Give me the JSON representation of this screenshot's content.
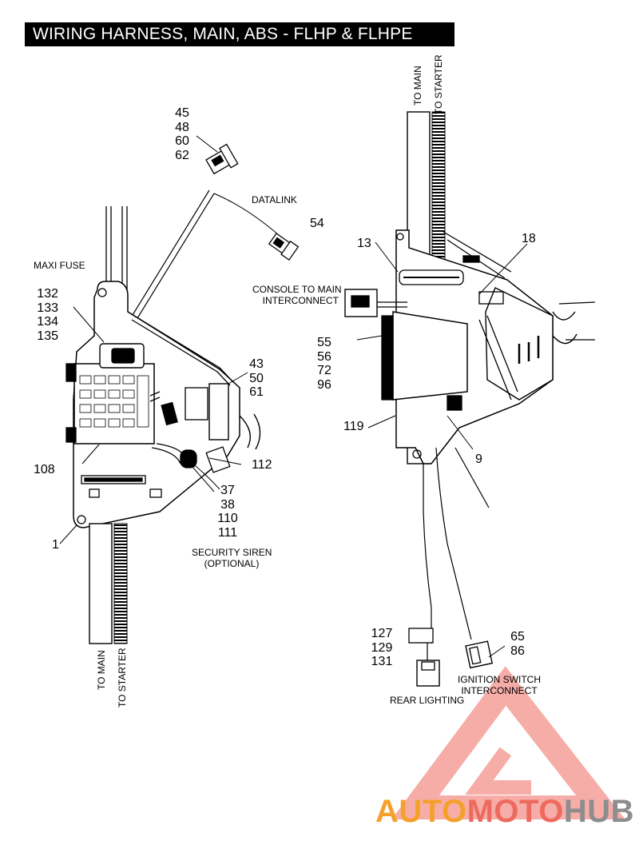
{
  "title": "WIRING HARNESS, MAIN, ABS - FLHP & FLHPE",
  "callouts": {
    "c45": "45\n48\n60\n62",
    "c54": "54",
    "c132": "132\n133\n134\n135",
    "c43": "43\n50\n61",
    "c108": "108",
    "c112": "112",
    "c37": "37\n38\n110\n111",
    "c1": "1",
    "c13": "13",
    "c18": "18",
    "c55": "55\n56\n72\n96",
    "c119": "119",
    "c9": "9",
    "c127": "127\n129\n131",
    "c65": "65\n86"
  },
  "labels": {
    "datalink": "DATALINK",
    "maxi_fuse": "MAXI FUSE",
    "security_siren": "SECURITY SIREN\n(OPTIONAL)",
    "console": "CONSOLE TO MAIN\nINTERCONNECT",
    "rear_lighting": "REAR LIGHTING",
    "ignition": "IGNITION SWITCH\nINTERCONNECT",
    "to_main": "TO MAIN",
    "to_starter": "TO STARTER"
  },
  "watermark": {
    "part1": "AUTO",
    "part2": "MOTO",
    "part3": "HUB",
    "colors": {
      "orange": "#f4a12b",
      "red": "#ee6a5f",
      "gray": "#8d8d8d",
      "triangle": "#ee6a5f"
    }
  }
}
